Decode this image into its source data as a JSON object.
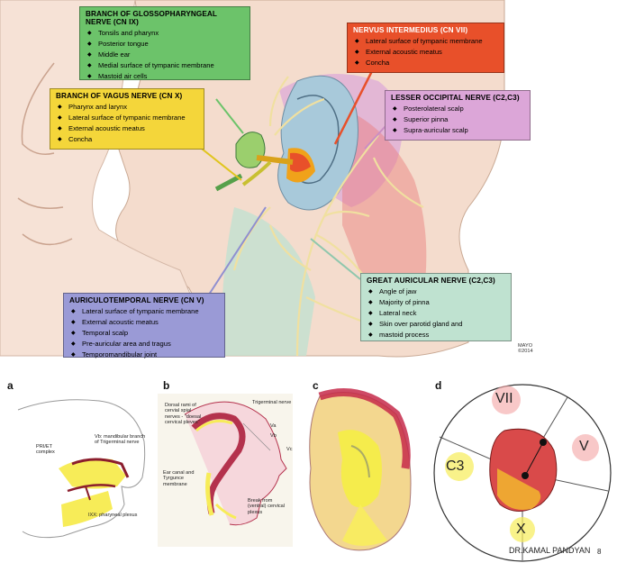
{
  "top_illustration": {
    "credit_line1": "MAYO",
    "credit_line2": "©2014",
    "boxes": {
      "glossopharyngeal": {
        "title": "BRANCH OF GLOSSOPHARYNGEAL NERVE (CN IX)",
        "items": [
          "Tonsils and pharynx",
          "Posterior tongue",
          "Middle ear",
          "Medial surface of tympanic membrane",
          "Mastoid air cells"
        ],
        "color": "#6cc36a"
      },
      "intermedius": {
        "title": "NERVUS INTERMEDIUS (CN VII)",
        "items": [
          "Lateral surface of tympanic membrane",
          "External acoustic meatus",
          "Concha"
        ],
        "color": "#e8502a"
      },
      "vagus": {
        "title": "BRANCH OF VAGUS NERVE (CN X)",
        "items": [
          "Pharynx and larynx",
          "Lateral surface of tympanic membrane",
          "External acoustic meatus",
          "Concha"
        ],
        "color": "#f4d63a"
      },
      "lesser_occipital": {
        "title": "LESSER OCCIPITAL NERVE (C2,C3)",
        "items": [
          "Posterolateral scalp",
          "Superior pinna",
          "Supra-auricular scalp"
        ],
        "color": "#dca6d8"
      },
      "great_auricular": {
        "title": "GREAT AURICULAR NERVE (C2,C3)",
        "items": [
          "Angle of jaw",
          "Majority of pinna",
          "Lateral neck",
          "Skin over parotid gland and",
          "mastoid process"
        ],
        "color": "#bfe2d0"
      },
      "auriculotemporal": {
        "title": "AURICULOTEMPORAL NERVE (CN V)",
        "items": [
          "Lateral surface of tympanic membrane",
          "External acoustic meatus",
          "Temporal scalp",
          "Pre-auricular area and tragus",
          "Temporomandibular joint"
        ],
        "color": "#9a9ad6"
      }
    }
  },
  "panels": {
    "a": {
      "letter": "a",
      "labels": {
        "pret": "PRI/ET\ncomplex",
        "vb": "Vb: mandibular branch\nof Trigerminal nerve",
        "ixx": "IXX: pharyneal plexus"
      }
    },
    "b": {
      "letter": "b",
      "labels": {
        "dorsal": "Dorsal rami of\ncervial spial\nnerves - \"doesal\ncervical pleves\"",
        "trig": "Trigerminal nerve",
        "va": "Va",
        "vb": "Vb",
        "vc": "Vc",
        "ear": "Ear canal and\nTyrgunce\nmembrane",
        "break": "Break from\n(ventral) cervical\nplexus"
      }
    },
    "c": {
      "letter": "c"
    },
    "d": {
      "letter": "d",
      "zones": [
        "VII",
        "V",
        "C3",
        "X"
      ],
      "author": "DR.KAMAL PANDYAN",
      "page": "8"
    }
  }
}
